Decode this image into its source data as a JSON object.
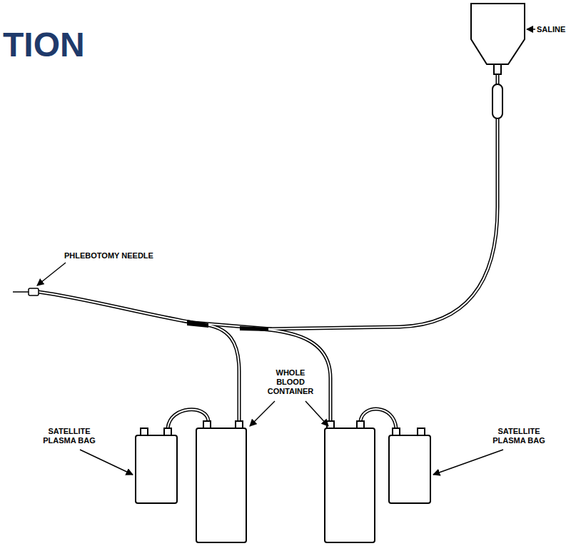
{
  "diagram": {
    "title": "TION",
    "labels": [
      "SALINE",
      "PHLEBOTOMY NEEDLE",
      "WHOLE BLOOD CONTAINER",
      "SATELLITE PLASMA BAG",
      "SATELLITE PLASMA BAG"
    ]
  }
}
